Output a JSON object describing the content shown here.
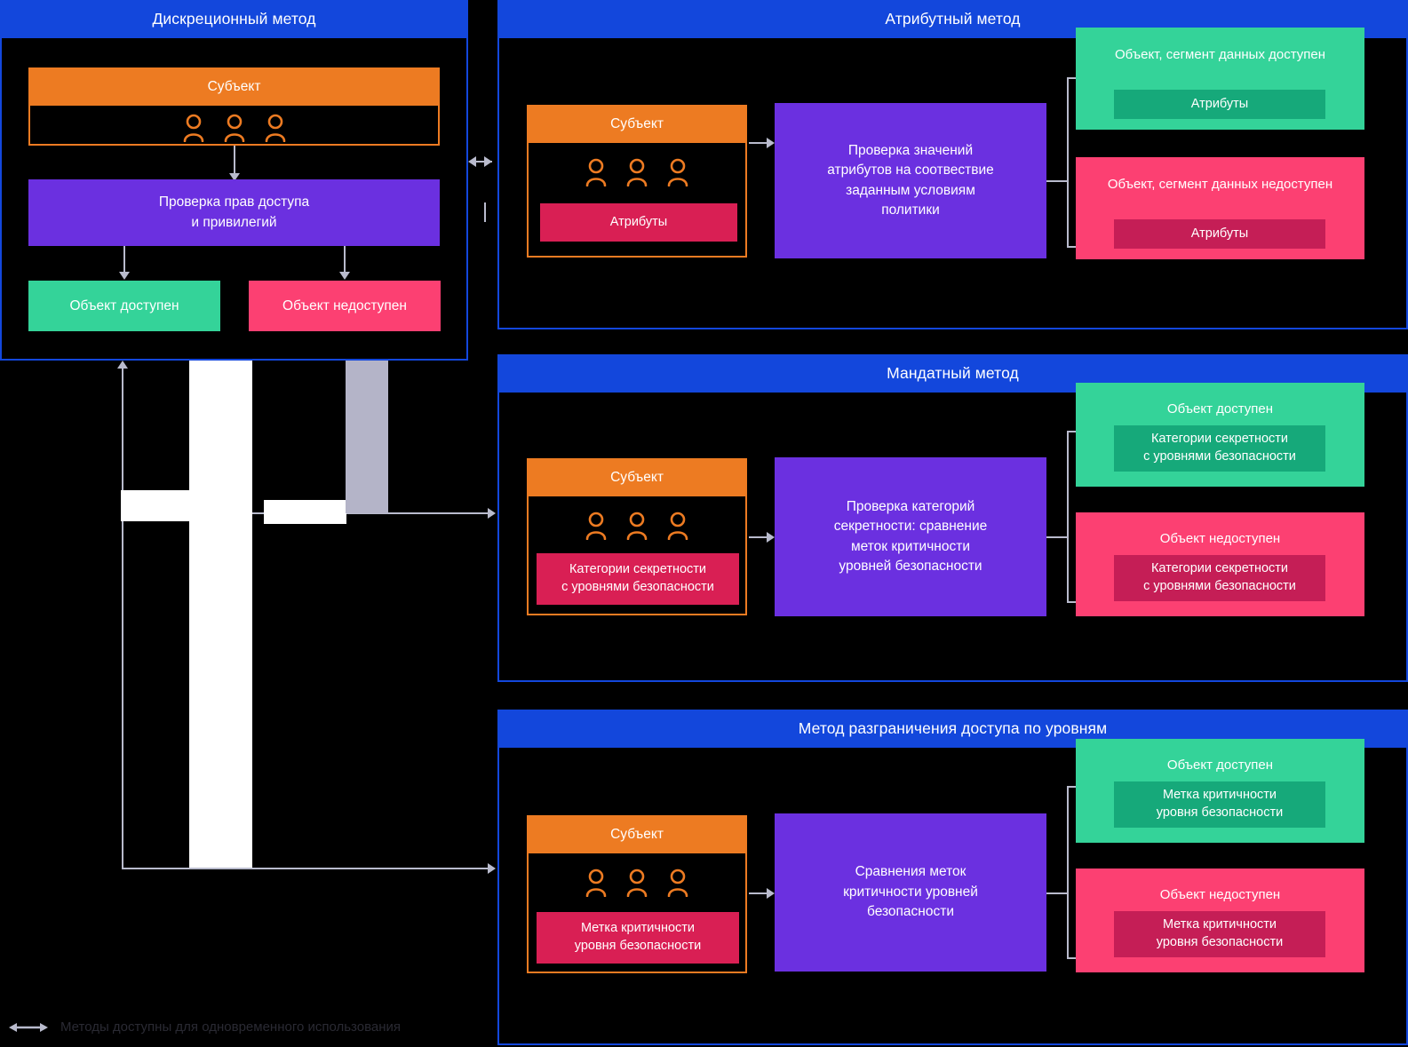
{
  "panels": {
    "discretionary": {
      "title": "Дискреционный метод",
      "subject_label": "Субъект",
      "process_text": "Проверка прав доступа\nи привилегий",
      "result_ok": "Объект доступен",
      "result_no": "Объект недоступен"
    },
    "attribute": {
      "title": "Атрибутный метод",
      "subject_label": "Субъект",
      "subject_chip": "Атрибуты",
      "process_text": "Проверка значений\nатрибутов на соотвествие\nзаданным условиям\nполитики",
      "result_ok_title": "Объект, сегмент\nданных доступен",
      "result_ok_chip": "Атрибуты",
      "result_no_title": "Объект, сегмент\nданных недоступен",
      "result_no_chip": "Атрибуты"
    },
    "mandatory": {
      "title": "Мандатный метод",
      "subject_label": "Субъект",
      "subject_chip": "Категории секретности\nс уровнями безопасности",
      "process_text": "Проверка категорий\nсекретности: сравнение\nметок критичности\nуровней безопасности",
      "result_ok_title": "Объект доступен",
      "result_ok_chip": "Категории секретности\nс уровнями безопасности",
      "result_no_title": "Объект недоступен",
      "result_no_chip": "Категории секретности\nс уровнями безопасности"
    },
    "levels": {
      "title": "Метод разграничения доступа по уровням",
      "subject_label": "Субъект",
      "subject_chip": "Метка критичности\nуровня безопасности",
      "process_text": "Сравнения меток\nкритичности уровней\nбезопасности",
      "result_ok_title": "Объект доступен",
      "result_ok_chip": "Метка критичности\nуровня безопасности",
      "result_no_title": "Объект недоступен",
      "result_no_chip": "Метка критичности\nуровня безопасности"
    }
  },
  "legend": {
    "text": "Методы доступны для одновременного использования",
    "icon": "double-headed-arrow-icon"
  },
  "icons": {
    "person": "person-icon"
  },
  "colors": {
    "panel_blue": "#1347DC",
    "subject_orange": "#ED7B22",
    "process_purple": "#6B30E0",
    "chip_crimson": "#D91F54",
    "success_green": "#34D399",
    "success_green_dark": "#16A97A",
    "danger_pink": "#FC4072",
    "danger_pink_dark": "#C51E56",
    "connector_gray": "#B9BBCD",
    "background": "#000000",
    "legend_text": "#2A2A33"
  }
}
